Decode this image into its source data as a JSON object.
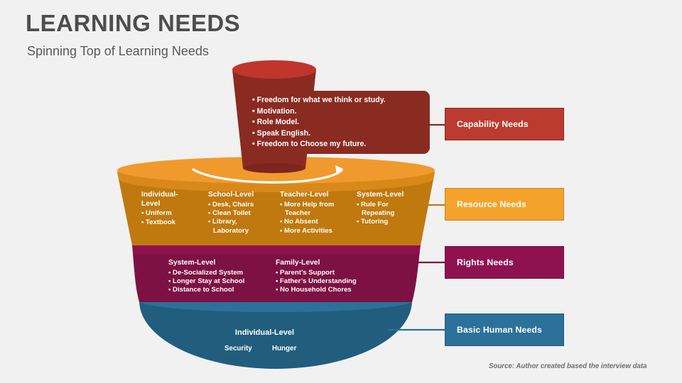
{
  "header": {
    "title": "LEARNING NEEDS",
    "subtitle": "Spinning Top of Learning Needs"
  },
  "colors": {
    "background": "#F1F1F1",
    "capability_red": "#BC3B30",
    "capability_red_dark": "#8A2B22",
    "resource_orange": "#F3A32C",
    "resource_orange_dark": "#C0790E",
    "rights_purple": "#8E1250",
    "rights_purple_dark": "#6E0F3E",
    "basic_blue": "#2B7199",
    "basic_blue_dark": "#215E7D",
    "title_gray": "#4D4D4D"
  },
  "diagram": {
    "capability": {
      "legend_label": "Capability Needs",
      "items": [
        "Freedom for what we think or study.",
        "Motivation.",
        "Role Model.",
        "Speak English.",
        "Freedom to Choose my future."
      ]
    },
    "resource": {
      "legend_label": "Resource Needs",
      "columns": [
        {
          "heading": "Individual-Level",
          "items": [
            "Uniform",
            "Textbook"
          ]
        },
        {
          "heading": "School-Level",
          "items": [
            "Desk, Chairs",
            "Clean Toilet",
            "Library,"
          ],
          "continuation": "Laboratory"
        },
        {
          "heading": "Teacher-Level",
          "items": [
            "More Help from",
            "No Absent",
            "More Activities"
          ],
          "inline_continuation": "Teacher"
        },
        {
          "heading": "System-Level",
          "items": [
            "Rule For",
            "Tutoring"
          ],
          "inline_continuation": "Repeating"
        }
      ]
    },
    "rights": {
      "legend_label": "Rights Needs",
      "columns": [
        {
          "heading": "System-Level",
          "items": [
            "De-Socialized System",
            "Longer Stay at School",
            "Distance to School"
          ]
        },
        {
          "heading": "Family-Level",
          "items": [
            "Parent’s Support",
            "Father’s Understanding",
            "No Household Chores"
          ]
        }
      ]
    },
    "basic": {
      "legend_label": "Basic Human Needs",
      "heading": "Individual-Level",
      "items": [
        "Security",
        "Hunger"
      ]
    }
  },
  "footer": {
    "source": "Source: Author created based the interview data"
  }
}
